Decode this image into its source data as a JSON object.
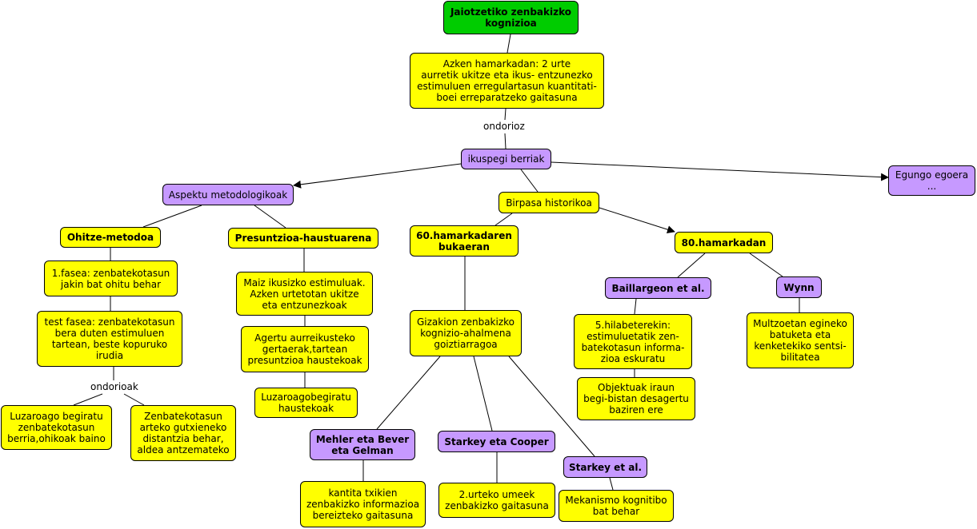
{
  "colors": {
    "yellow": "#ffff00",
    "purple": "#c699ff",
    "green": "#00cc00",
    "line": "#000000"
  },
  "nodes": {
    "root": "Jaiotzetiko zenbakizko\nkognizioa",
    "azken": "Azken hamarkadan: 2 urte\naurretik ukitze eta ikus- entzunezko\nestimuluen erregulartasun kuantitati-\nboei erreparatzeko gaitasuna",
    "ikuspegi": "ikuspegi berriak",
    "aspektu": "Aspektu metodologikoak",
    "egungo": "Egungo egoera\n...",
    "birpasa": "Birpasa historikoa",
    "ohitze": "Ohitze-metodoa",
    "presuntzio": "Presuntzioa-haustuarena",
    "hamar60": "60.hamarkadaren\nbukaeran",
    "hamar80": "80.hamarkadan",
    "fasea1": "1.fasea: zenbatekotasun\njakin bat ohitu behar",
    "testfasea": "test fasea: zenbatekotasun\nbera duten estimuluen\ntartean, beste kopuruko\nirudia",
    "luzaroago": "Luzaroago begiratu\nzenbatekotasun\nberria,ohikoak baino",
    "zenbatekotasun": "Zenbatekotasun\narteko gutxieneko\ndistantzia behar,\naldea antzemateko",
    "maiz": "Maiz ikusizko estimuluak.\nAzken urtetotan ukitze\neta entzunezkoak",
    "agertu": "Agertu aurreikusteko\ngertaerak,tartean\npresuntzioa haustekoak",
    "luzaroagobe": "Luzaroagobegiratu\nhaustekoak",
    "gizakion": "Gizakion zenbakizko\nkognizio-ahalmena\ngoiztiarragoa",
    "mehler": "Mehler eta Bever\neta Gelman",
    "starkeyCooper": "Starkey eta Cooper",
    "starkeyEtAl": "Starkey et al.",
    "kantita": "kantita txikien\nzenbakizko informazioa\nbereizteko gaitasuna",
    "urteko2": "2.urteko umeek\nzenbakizko gaitasuna",
    "mekanismo": "Mekanismo kognitibo\nbat behar",
    "baillargeon": "Baillargeon et al.",
    "wynn": "Wynn",
    "hilabete5": "5.hilabeterekin:\nestimuluetatik zen-\nbatekotasun informa-\nzioa eskuratu",
    "objektuak": "Objektuak iraun\nbegi-bistan desagertu\nbaziren ere",
    "multzoetan": "Multzoetan egineko\nbatuketa eta\nkenketekiko sentsi-\nbilitatea"
  },
  "edge_labels": {
    "ondorioz": "ondorioz",
    "ondorioak": "ondorioak"
  }
}
